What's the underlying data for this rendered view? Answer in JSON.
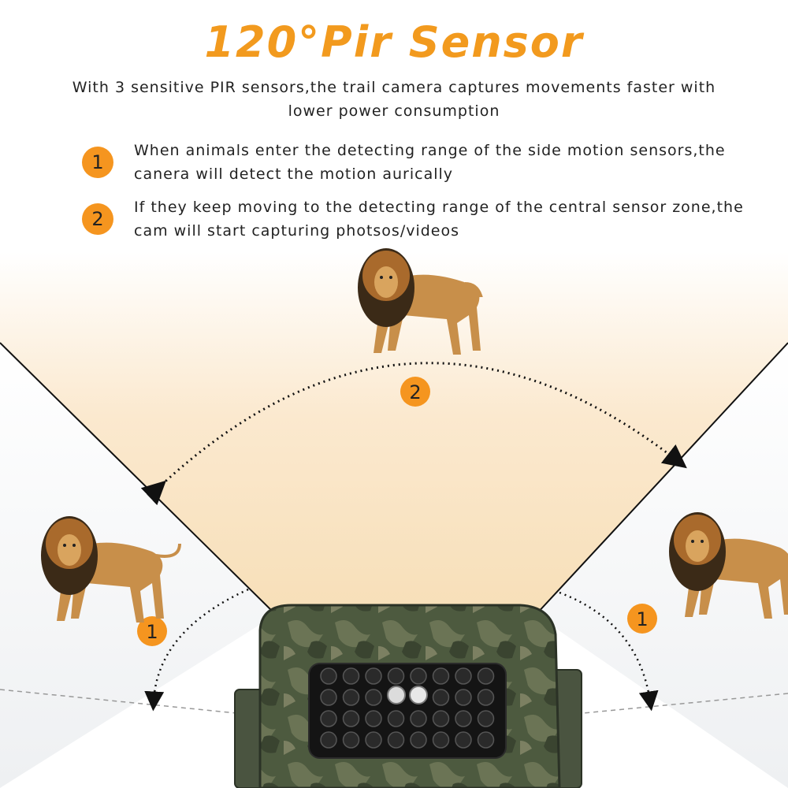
{
  "title": "120°Pir Sensor",
  "subtitle": "With 3 sensitive PIR sensors,the trail camera captures movements faster with lower power consumption",
  "points": [
    {
      "number": "1",
      "text": "When animals enter the detecting range of the side motion sensors,the canera will detect the motion aurically"
    },
    {
      "number": "2",
      "text": "If they keep moving to the detecting range of the central sensor zone,the cam will start capturing photsos/videos"
    }
  ],
  "diagram": {
    "center_zone_label": "2",
    "left_zone_label": "1",
    "right_zone_label": "1"
  },
  "colors": {
    "accent": "#f29a1e",
    "badge": "#f5951f",
    "zone": "#f6d9ac"
  },
  "icons": [
    "lion-illustration",
    "trail-camera",
    "ir-led-array"
  ]
}
